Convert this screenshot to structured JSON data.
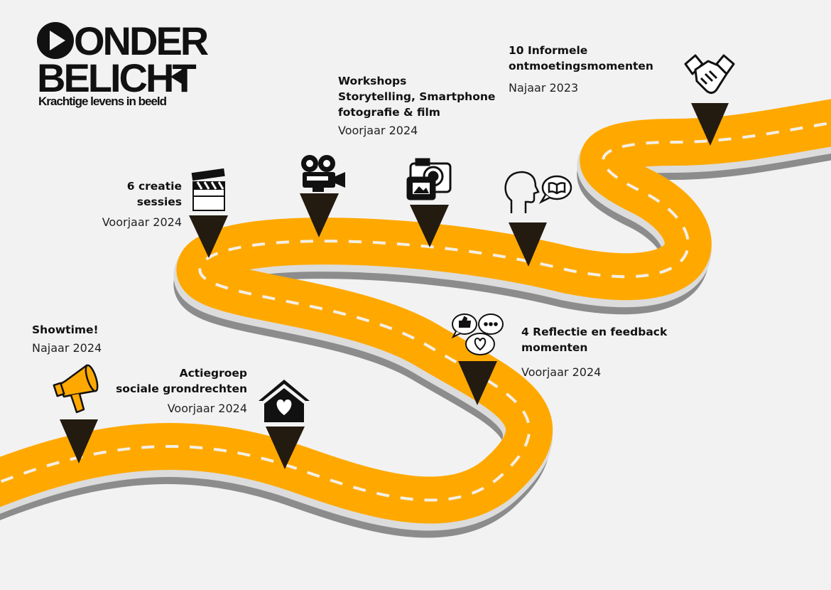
{
  "logo": {
    "line1": "ONDER",
    "line2": "BELICHT",
    "tagline": "Krachtige levens in beeld"
  },
  "milestones": [
    {
      "id": "informele",
      "title": "10 Informele\nontmoetingsmomenten",
      "date": "Najaar 2023",
      "icon": "handshake-icon"
    },
    {
      "id": "workshops",
      "title": "Workshops\nStorytelling, Smartphone\nfotografie & film",
      "date": "Voorjaar 2024",
      "icon": "camera-icon"
    },
    {
      "id": "creatie",
      "title": "6 creatie\nsessies",
      "date": "Voorjaar 2024",
      "icon": "clapperboard-icon"
    },
    {
      "id": "reflectie",
      "title": "4 Reflectie en feedback\nmomenten",
      "date": "Voorjaar 2024",
      "icon": "chat-bubbles-icon"
    },
    {
      "id": "actiegroep",
      "title": "Actiegroep\nsociale grondrechten",
      "date": "Voorjaar 2024",
      "icon": "home-heart-icon"
    },
    {
      "id": "showtime",
      "title": "Showtime!",
      "date": "Najaar 2024",
      "icon": "megaphone-icon"
    }
  ],
  "colors": {
    "road": "#FFA900",
    "road_shadow": "#8c8c8c",
    "road_edge": "#dcdcdc",
    "dash": "#f4efe6",
    "marker": "#231a10",
    "background": "#f2f2f2"
  }
}
